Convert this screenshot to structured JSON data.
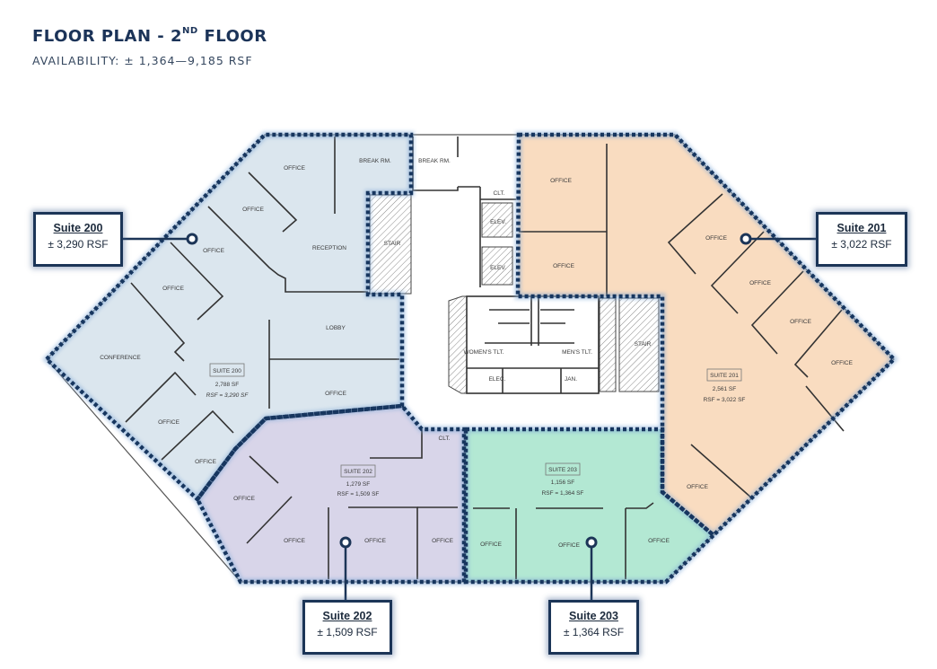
{
  "header": {
    "title_prefix": "FLOOR PLAN - 2",
    "title_sup": "ND",
    "title_suffix": " FLOOR",
    "availability": "AVAILABILITY: ± 1,364—9,185 RSF"
  },
  "colors": {
    "title": "#1b3358",
    "suite_200_fill": "#dbe6ee",
    "suite_201_fill": "#f9dcc0",
    "suite_202_fill": "#d8d5e9",
    "suite_203_fill": "#b3e8d3",
    "boundary": "#17365f",
    "core_fill": "#ffffff"
  },
  "callouts": [
    {
      "id": "suite-200",
      "name": "Suite 200",
      "rsf": "± 3,290 RSF"
    },
    {
      "id": "suite-201",
      "name": "Suite 201",
      "rsf": "± 3,022 RSF"
    },
    {
      "id": "suite-202",
      "name": "Suite 202",
      "rsf": "± 1,509 RSF"
    },
    {
      "id": "suite-203",
      "name": "Suite 203",
      "rsf": "± 1,364 RSF"
    }
  ],
  "suites": {
    "s200": {
      "tag": "SUITE 200",
      "sf": "2,788 SF",
      "rsf": "RSF = 3,290 SF",
      "rooms": [
        "OFFICE",
        "BREAK RM.",
        "OFFICE",
        "OFFICE",
        "RECEPTION",
        "STAIR",
        "OFFICE",
        "LOBBY",
        "CONFERENCE",
        "OFFICE",
        "OFFICE",
        "OFFICE"
      ]
    },
    "s201": {
      "tag": "SUITE 201",
      "sf": "2,561 SF",
      "rsf": "RSF = 3,022 SF",
      "rooms": [
        "OFFICE",
        "OFFICE",
        "OFFICE",
        "OFFICE",
        "OFFICE",
        "OFFICE",
        "OFFICE"
      ]
    },
    "s202": {
      "tag": "SUITE 202",
      "sf": "1,279 SF",
      "rsf": "RSF = 1,509 SF",
      "rooms": [
        "OFFICE",
        "OFFICE",
        "OFFICE",
        "OFFICE",
        "CLT."
      ]
    },
    "s203": {
      "tag": "SUITE 203",
      "sf": "1,156 SF",
      "rsf": "RSF = 1,364 SF",
      "rooms": [
        "OFFICE",
        "OFFICE",
        "OFFICE"
      ]
    }
  },
  "core": {
    "rooms": [
      "BREAK RM.",
      "CLT.",
      "ELEV.",
      "ELEV.",
      "WOMEN'S TLT.",
      "MEN'S TLT.",
      "ELEC.",
      "JAN.",
      "STAIR"
    ]
  }
}
